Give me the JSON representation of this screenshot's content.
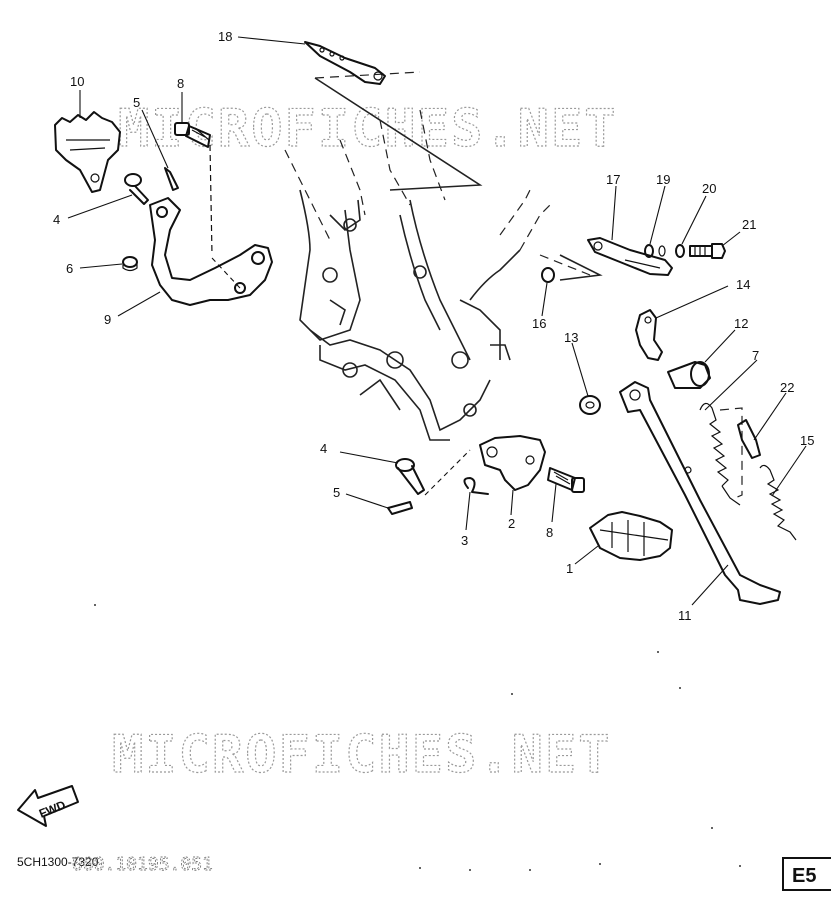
{
  "watermark": "MICROFICHES.NET",
  "diagram_code": "5CH1300-7320",
  "ghost_number": "000.10195.051",
  "fwd_label": "FWD",
  "page_label": "E5",
  "callouts": [
    {
      "id": "c18",
      "text": "18"
    },
    {
      "id": "c10",
      "text": "10"
    },
    {
      "id": "c8a",
      "text": "8"
    },
    {
      "id": "c5a",
      "text": "5"
    },
    {
      "id": "c4a",
      "text": "4"
    },
    {
      "id": "c6",
      "text": "6"
    },
    {
      "id": "c9",
      "text": "9"
    },
    {
      "id": "c17",
      "text": "17"
    },
    {
      "id": "c19",
      "text": "19"
    },
    {
      "id": "c20",
      "text": "20"
    },
    {
      "id": "c21",
      "text": "21"
    },
    {
      "id": "c14",
      "text": "14"
    },
    {
      "id": "c16",
      "text": "16"
    },
    {
      "id": "c13",
      "text": "13"
    },
    {
      "id": "c12",
      "text": "12"
    },
    {
      "id": "c7",
      "text": "7"
    },
    {
      "id": "c22",
      "text": "22"
    },
    {
      "id": "c15",
      "text": "15"
    },
    {
      "id": "c4b",
      "text": "4"
    },
    {
      "id": "c5b",
      "text": "5"
    },
    {
      "id": "c3",
      "text": "3"
    },
    {
      "id": "c2",
      "text": "2"
    },
    {
      "id": "c8b",
      "text": "8"
    },
    {
      "id": "c1",
      "text": "1"
    },
    {
      "id": "c11",
      "text": "11"
    }
  ]
}
